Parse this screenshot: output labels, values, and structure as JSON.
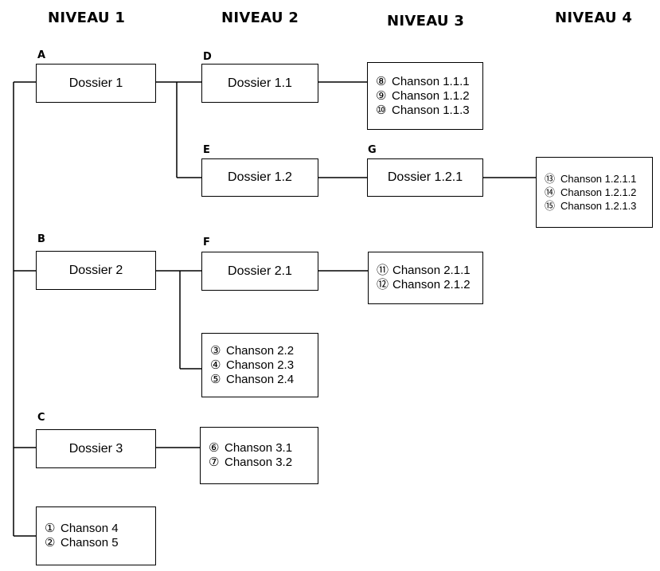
{
  "levels": [
    "NIVEAU 1",
    "NIVEAU 2",
    "NIVEAU 3",
    "NIVEAU 4"
  ],
  "letters": {
    "A": "A",
    "B": "B",
    "C": "C",
    "D": "D",
    "E": "E",
    "F": "F",
    "G": "G"
  },
  "folders": {
    "d1": "Dossier 1",
    "d2": "Dossier 2",
    "d3": "Dossier 3",
    "d11": "Dossier 1.1",
    "d12": "Dossier 1.2",
    "d21": "Dossier 2.1",
    "d121": "Dossier 1.2.1"
  },
  "lists": {
    "l11": [
      {
        "n": "⑧",
        "t": "Chanson 1.1.1"
      },
      {
        "n": "⑨",
        "t": "Chanson 1.1.2"
      },
      {
        "n": "⑩",
        "t": "Chanson 1.1.3"
      }
    ],
    "l121": [
      {
        "n": "⑬",
        "t": "Chanson 1.2.1.1"
      },
      {
        "n": "⑭",
        "t": "Chanson 1.2.1.2"
      },
      {
        "n": "⑮",
        "t": "Chanson 1.2.1.3"
      }
    ],
    "l21": [
      {
        "n": "⑪",
        "t": "Chanson 2.1.1"
      },
      {
        "n": "⑫",
        "t": "Chanson 2.1.2"
      }
    ],
    "l2": [
      {
        "n": "③",
        "t": "Chanson 2.2"
      },
      {
        "n": "④",
        "t": "Chanson 2.3"
      },
      {
        "n": "⑤",
        "t": "Chanson 2.4"
      }
    ],
    "l3": [
      {
        "n": "⑥",
        "t": "Chanson 3.1"
      },
      {
        "n": "⑦",
        "t": "Chanson 3.2"
      }
    ],
    "l1": [
      {
        "n": "①",
        "t": "Chanson 4"
      },
      {
        "n": "②",
        "t": "Chanson 5"
      }
    ]
  }
}
